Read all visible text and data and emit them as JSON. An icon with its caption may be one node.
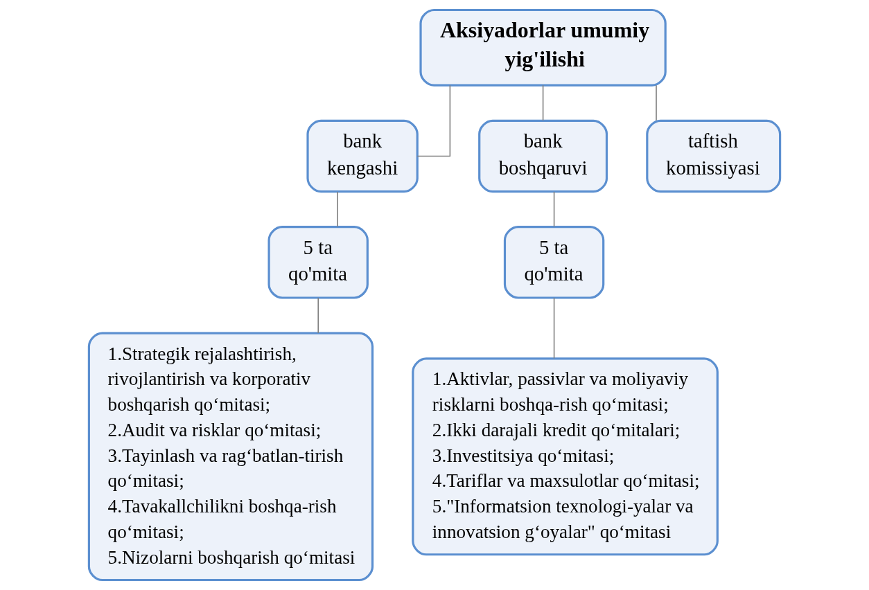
{
  "diagram": {
    "nodes": [
      {
        "text": [
          "Aksiyadorlar umumiy yig'ilishi"
        ]
      },
      {
        "text": [
          "bank kengashi"
        ]
      },
      {
        "text": [
          "bank boshqaruvi"
        ]
      },
      {
        "text": [
          "taftish komissiyasi"
        ]
      },
      {
        "text": [
          "5 ta qo'mita"
        ]
      },
      {
        "text": [
          "5 ta qo'mita"
        ]
      },
      {
        "text": [
          "1.Strategik rejalashtirish, rivojlantirish va korporativ boshqarish qo‘mitasi;",
          "2.Audit va risklar qo‘mitasi;",
          "3.Tayinlash va rag‘batlan-tirish qo‘mitasi;",
          "4.Tavakallchilikni boshqa-rish qo‘mitasi;",
          "5.Nizolarni boshqarish qo‘mitasi"
        ]
      },
      {
        "text": [
          "1.Aktivlar, passivlar va moliyaviy risklarni boshqa-rish qo‘mitasi;",
          "2.Ikki darajali kredit qo‘mitalari;",
          "3.Investitsiya qo‘mitasi;",
          "4.Tariflar va maxsulotlar qo‘mitasi;",
          "5.\"Informatsion texnologi-yalar va innovatsion g‘oyalar\" qo‘mitasi"
        ]
      }
    ],
    "edges": [
      {
        "from": 0,
        "to": 1,
        "arrow": "none"
      },
      {
        "from": 0,
        "to": 2,
        "arrow": "none"
      },
      {
        "from": 0,
        "to": 3,
        "arrow": "none"
      },
      {
        "from": 1,
        "to": 4,
        "arrow": "none"
      },
      {
        "from": 2,
        "to": 5,
        "arrow": "none"
      },
      {
        "from": 4,
        "to": 6,
        "arrow": "none"
      },
      {
        "from": 5,
        "to": 7,
        "arrow": "none"
      }
    ]
  }
}
